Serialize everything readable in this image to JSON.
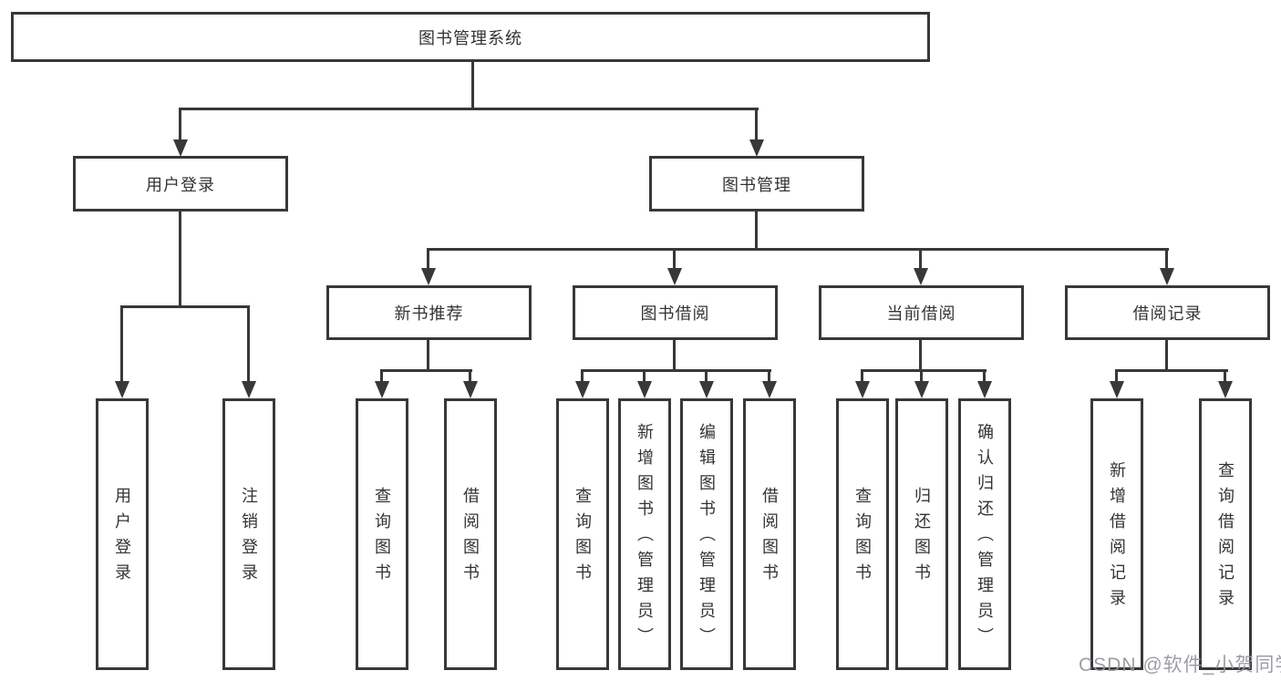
{
  "diagram": {
    "root": {
      "label": "图书管理系统"
    },
    "level2": [
      {
        "label": "用户登录"
      },
      {
        "label": "图书管理"
      }
    ],
    "level3": [
      {
        "label": "新书推荐"
      },
      {
        "label": "图书借阅"
      },
      {
        "label": "当前借阅"
      },
      {
        "label": "借阅记录"
      }
    ],
    "leaves": {
      "user_login": [
        "用户登录",
        "注销登录"
      ],
      "new_book": [
        "查询图书",
        "借阅图书"
      ],
      "borrow": [
        "查询图书",
        "新增图书（管理员）",
        "编辑图书（管理员）",
        "借阅图书"
      ],
      "current": [
        "查询图书",
        "归还图书",
        "确认归还（管理员）"
      ],
      "records": [
        "新增借阅记录",
        "查询借阅记录"
      ]
    },
    "colors": {
      "line": "#383838",
      "text": "#333333",
      "background": "#ffffff",
      "watermark": "#94969b"
    },
    "watermark": "CSDN @软件_小贺同学"
  }
}
